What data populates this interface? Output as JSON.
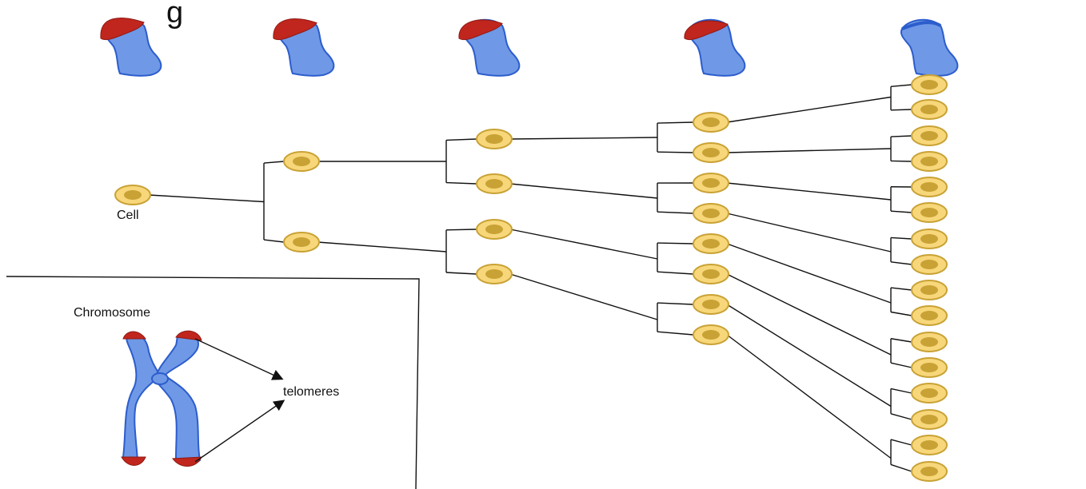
{
  "labels": {
    "title_fragment": "g",
    "cell": "Cell",
    "chromosome": "Chromosome",
    "telomeres": "telomeres"
  },
  "colors": {
    "telomere": "#c0261d",
    "chromatid": "#6f98e6",
    "chromatid_outline": "#2c5dcc",
    "cell_fill": "#f7d77a",
    "cell_nucleus": "#c9a235"
  },
  "diagram": {
    "generations": [
      1,
      2,
      4,
      8,
      16
    ],
    "telomere_remaining_per_generation": [
      1.0,
      0.85,
      0.65,
      0.45,
      0.0
    ]
  }
}
